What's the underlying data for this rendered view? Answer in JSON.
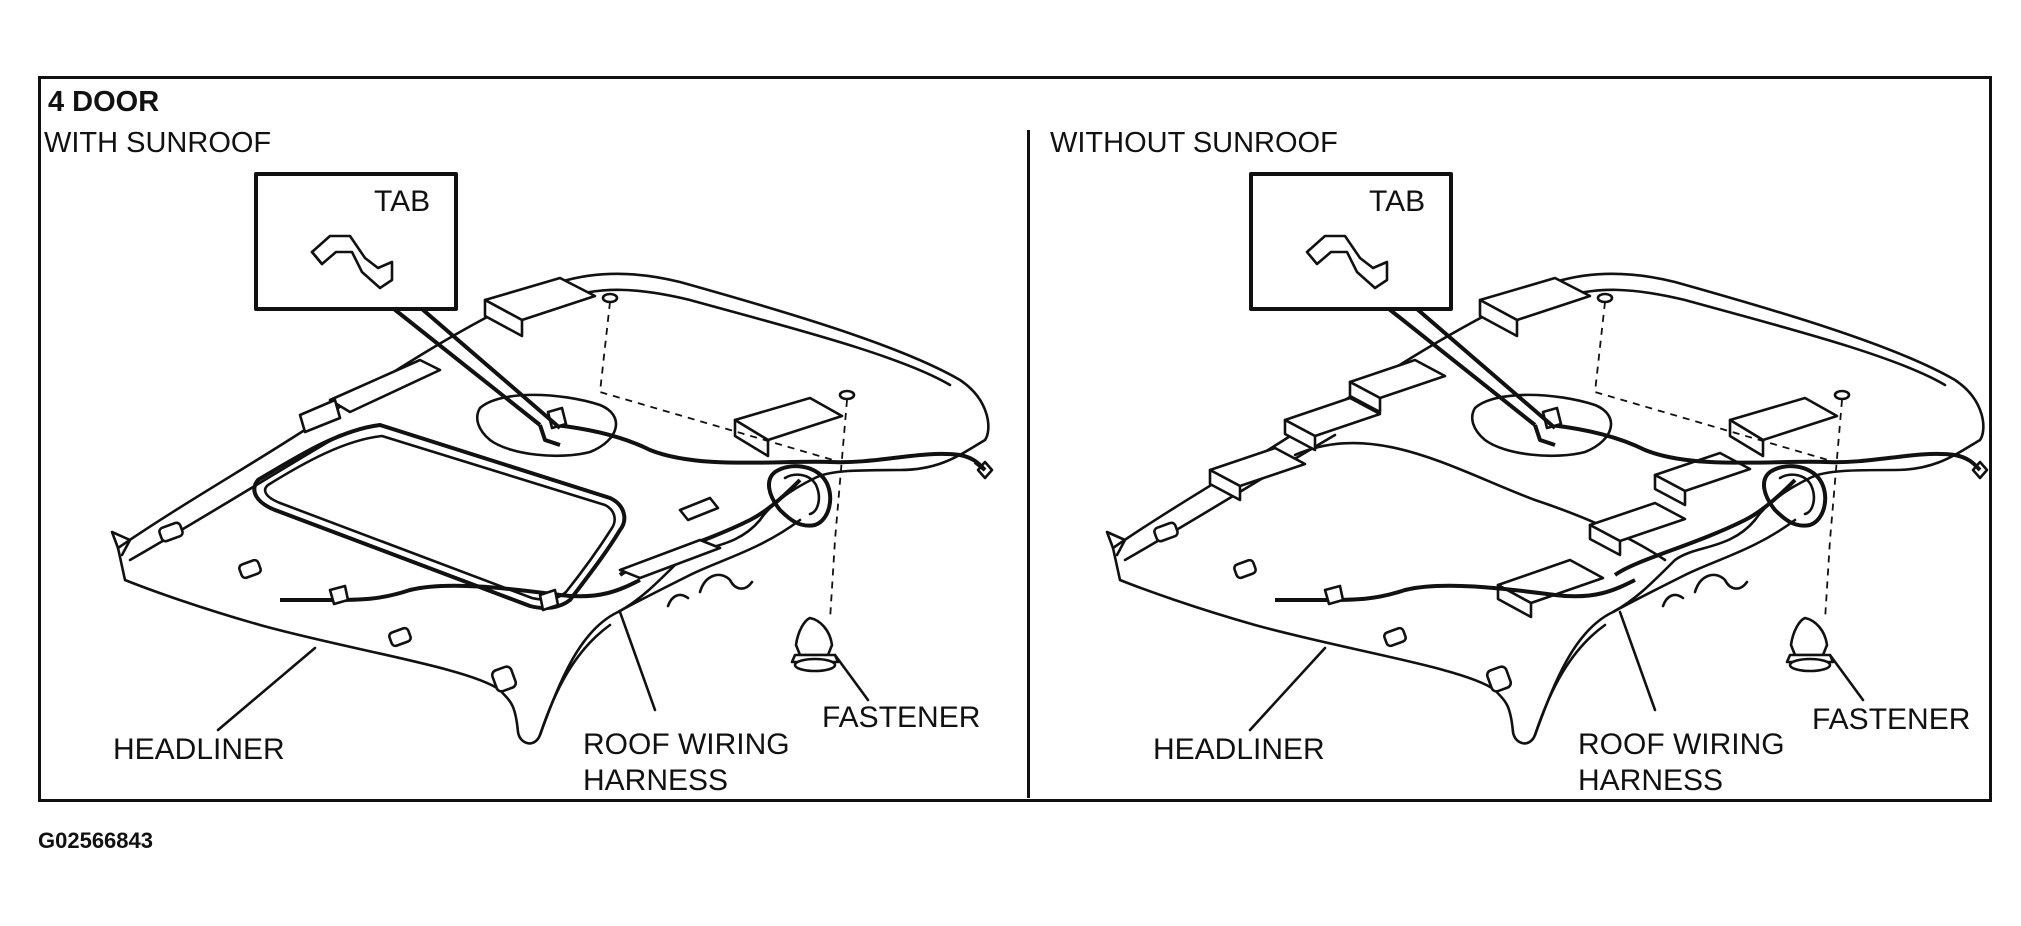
{
  "header": {
    "title": "4 DOOR"
  },
  "panels": [
    {
      "subtitle": "WITH SUNROOF",
      "labels": {
        "tab": "TAB",
        "headliner": "HEADLINER",
        "roof_wiring_line1": "ROOF WIRING",
        "roof_wiring_line2": "HARNESS",
        "fastener": "FASTENER"
      }
    },
    {
      "subtitle": "WITHOUT SUNROOF",
      "labels": {
        "tab": "TAB",
        "headliner": "HEADLINER",
        "roof_wiring_line1": "ROOF WIRING",
        "roof_wiring_line2": "HARNESS",
        "fastener": "FASTENER"
      }
    }
  ],
  "footer": {
    "figure_code": "G02566843"
  }
}
